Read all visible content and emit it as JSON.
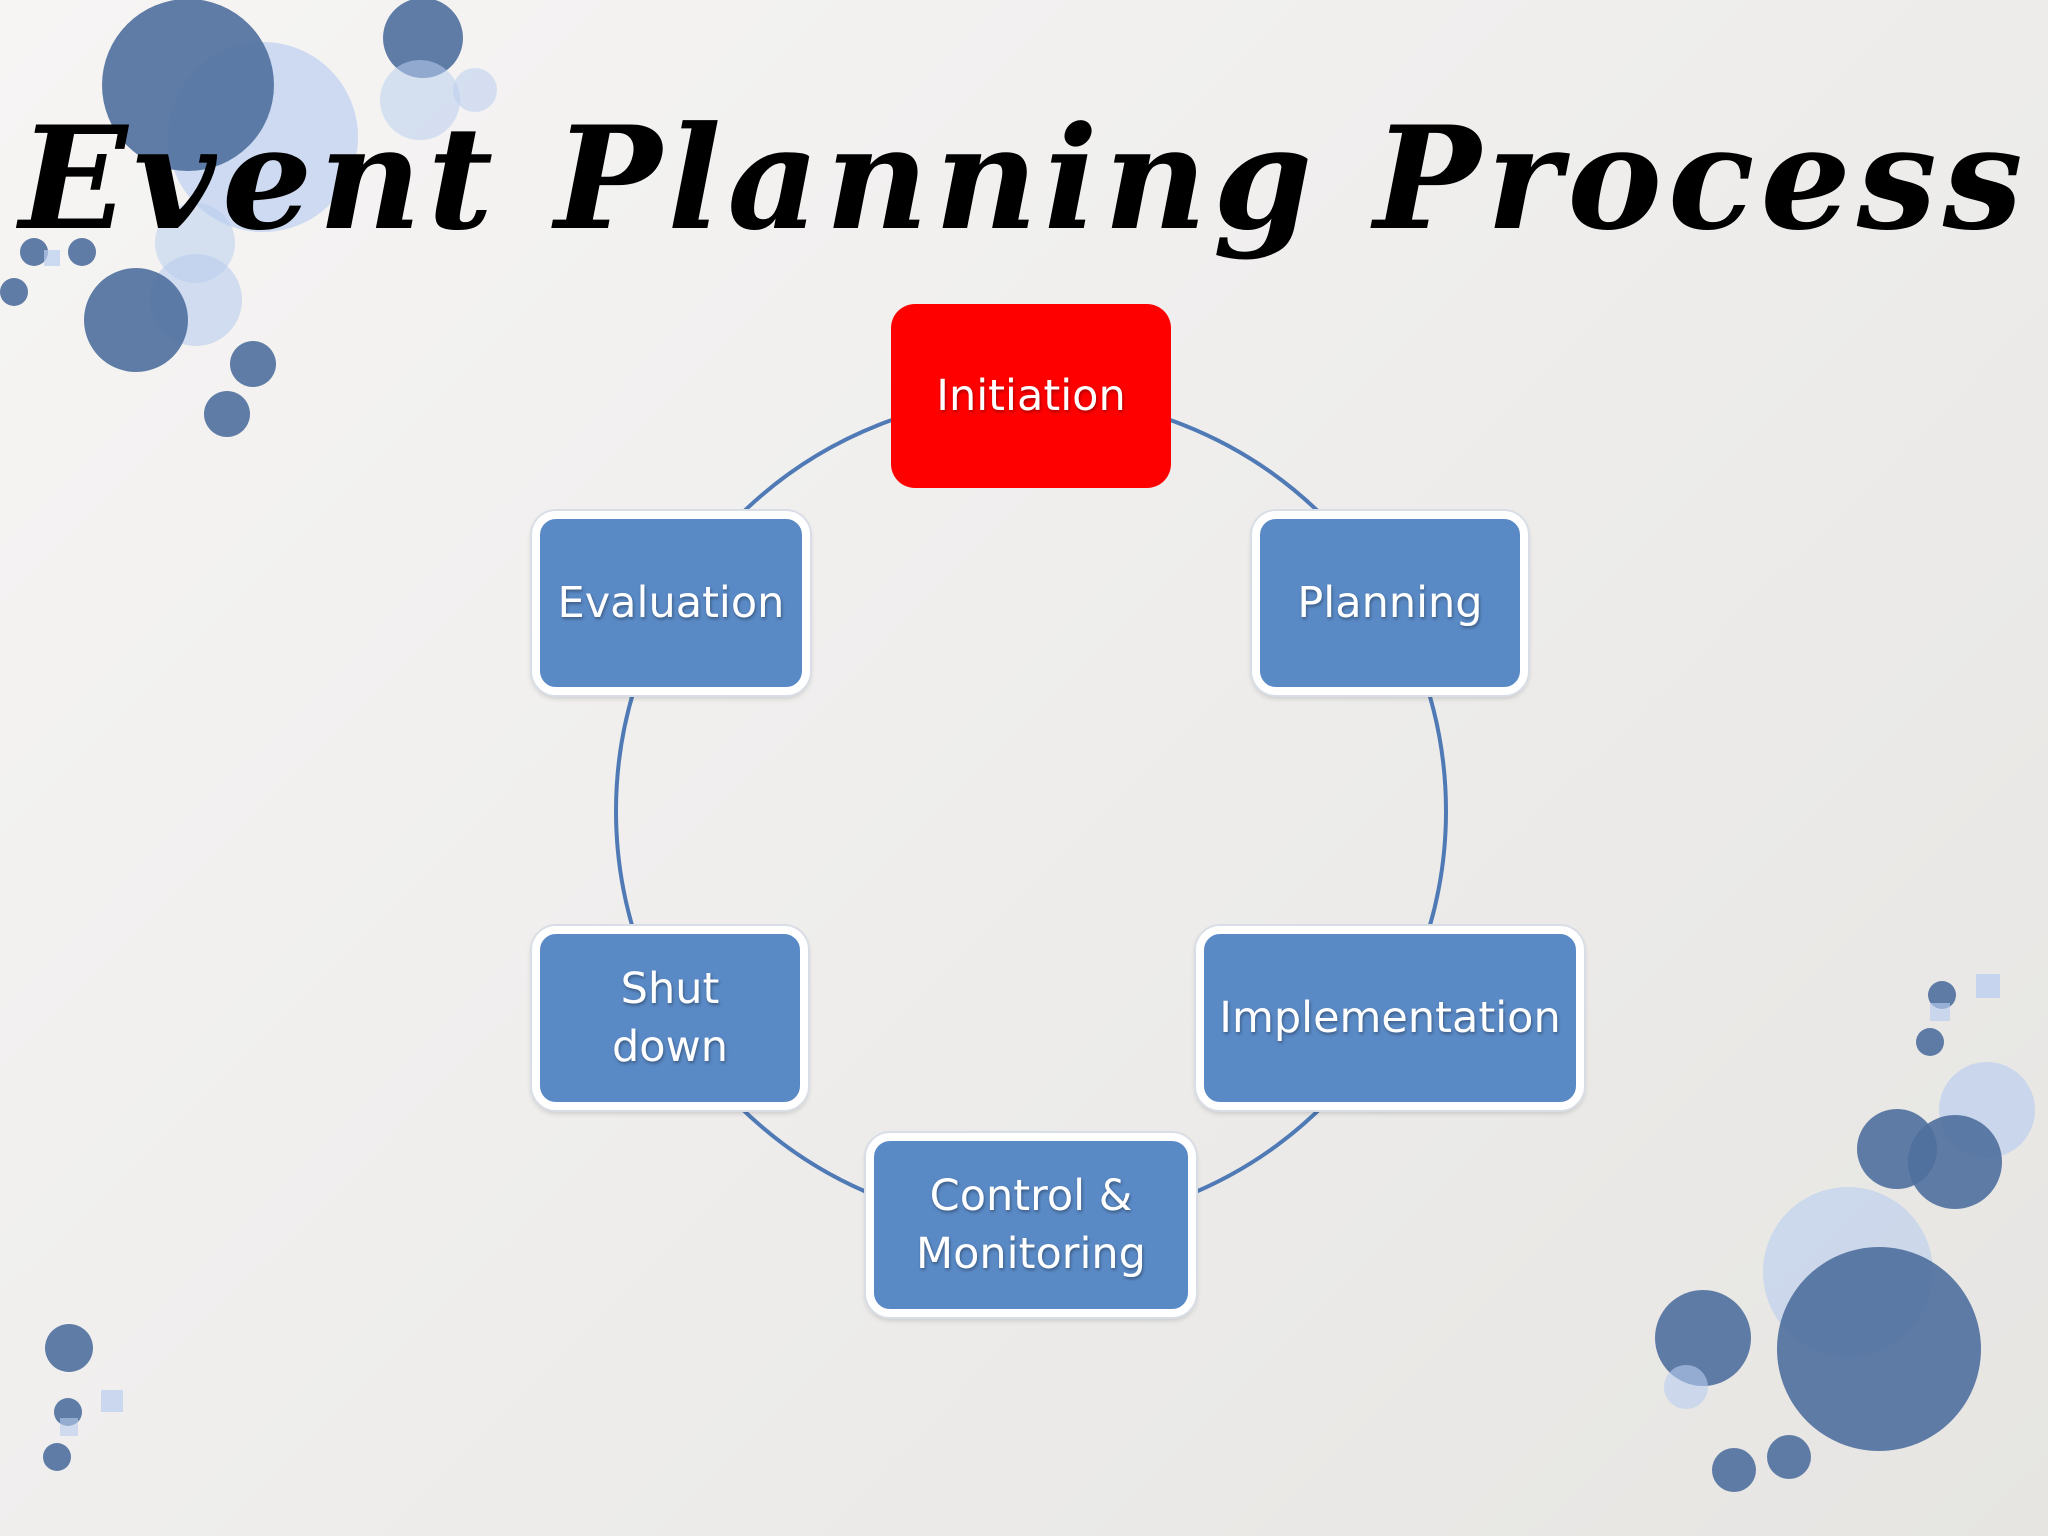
{
  "slide": {
    "title": "Event Planning Process"
  },
  "cycle": {
    "nodes": [
      {
        "id": "initiation",
        "label": "Initiation",
        "active": true
      },
      {
        "id": "planning",
        "label": "Planning",
        "active": false
      },
      {
        "id": "implementation",
        "label": "Implementation",
        "active": false
      },
      {
        "id": "control-monitoring",
        "label": "Control &\nMonitoring",
        "active": false
      },
      {
        "id": "shut-down",
        "label": "Shut\ndown",
        "active": false
      },
      {
        "id": "evaluation",
        "label": "Evaluation",
        "active": false
      }
    ]
  },
  "colors": {
    "node_fill": "#5a8ac6",
    "active_fill": "#ff0000",
    "ring_stroke": "#4f7ab5",
    "bubble_dark": "#4f6f9d",
    "bubble_light": "#b9cdef"
  }
}
